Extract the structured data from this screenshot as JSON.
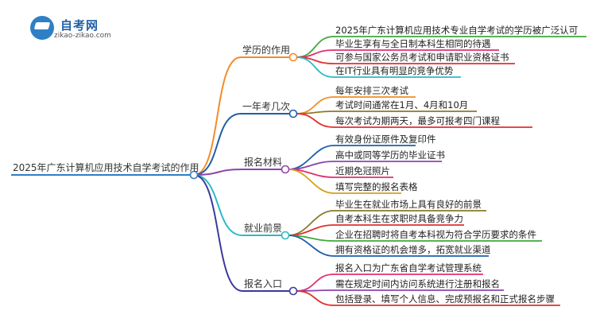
{
  "logo": {
    "title": "自考网",
    "url": "zikao-zikao.com",
    "icon": "graduation-cap-icon",
    "color": "#2f7fc4"
  },
  "root": {
    "label": "2025年广东计算机应用技术自学考试的作用"
  },
  "branches": [
    {
      "label": "学历的作用",
      "color": "#f28c28",
      "leaves": [
        {
          "label": "2025年广东计算机应用技术专业自学考试的学历被广泛认可",
          "color": "#3daa3d"
        },
        {
          "label": "毕业生享有与全日制本科生相同的待遇",
          "color": "#e0316e"
        },
        {
          "label": "可参与国家公务员考试和申请职业资格证书",
          "color": "#e03030"
        },
        {
          "label": "在IT行业具有明显的竞争优势",
          "color": "#2fb8c8"
        }
      ]
    },
    {
      "label": "一年考几次",
      "color": "#1f5fa8",
      "leaves": [
        {
          "label": "每年安排三次考试",
          "color": "#f28c28"
        },
        {
          "label": "考试时间通常在1月、4月和10月",
          "color": "#8a7a2a"
        },
        {
          "label": "每次考试为期两天，最多可报考四门课程",
          "color": "#e03030"
        }
      ]
    },
    {
      "label": "报名材料",
      "color": "#8e44ad",
      "leaves": [
        {
          "label": "有效身份证原件及复印件",
          "color": "#1f5fa8"
        },
        {
          "label": "高中或同等学历的毕业证书",
          "color": "#8e44ad"
        },
        {
          "label": "近期免冠照片",
          "color": "#e0316e"
        },
        {
          "label": "填写完整的报名表格",
          "color": "#d4a017"
        }
      ]
    },
    {
      "label": "就业前景",
      "color": "#2fb8c8",
      "leaves": [
        {
          "label": "毕业生在就业市场上具有良好的前景",
          "color": "#8a7a2a"
        },
        {
          "label": "自考本科生在求职时具备竞争力",
          "color": "#e03030"
        },
        {
          "label": "企业在招聘时将自考本科视为符合学历要求的条件",
          "color": "#3daa3d"
        },
        {
          "label": "拥有资格证的机会增多，拓宽就业渠道",
          "color": "#1f5fa8"
        }
      ]
    },
    {
      "label": "报名入口",
      "color": "#3a3a9a",
      "leaves": [
        {
          "label": "报名入口为广东省自学考试管理系统",
          "color": "#e0316e"
        },
        {
          "label": "需在规定时间内访问系统进行注册和报名",
          "color": "#8e44ad"
        },
        {
          "label": "包括登录、填写个人信息、完成预报名和正式报名步骤",
          "color": "#e03030"
        }
      ]
    }
  ],
  "colors": {
    "root_line": "#2f7fc4"
  }
}
